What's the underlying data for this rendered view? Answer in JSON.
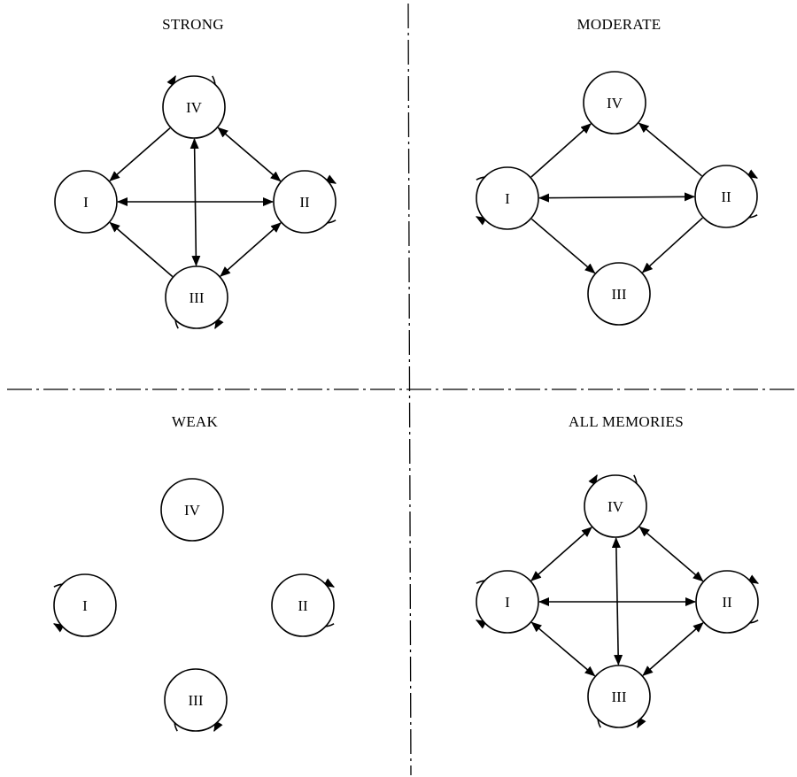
{
  "panels": [
    {
      "id": "strong",
      "title": "STRONG",
      "nodes": [
        {
          "id": "IV",
          "label": "IV",
          "loop": true
        },
        {
          "id": "I",
          "label": "I",
          "loop": false
        },
        {
          "id": "II",
          "label": "II",
          "loop": true
        },
        {
          "id": "III",
          "label": "III",
          "loop": true
        }
      ],
      "edges": [
        {
          "from": "IV",
          "to": "I",
          "direction": "forward"
        },
        {
          "from": "IV",
          "to": "II",
          "direction": "both"
        },
        {
          "from": "I",
          "to": "II",
          "direction": "both"
        },
        {
          "from": "IV",
          "to": "III",
          "direction": "both"
        },
        {
          "from": "III",
          "to": "I",
          "direction": "forward"
        },
        {
          "from": "III",
          "to": "II",
          "direction": "both"
        }
      ]
    },
    {
      "id": "moderate",
      "title": "MODERATE",
      "nodes": [
        {
          "id": "IV",
          "label": "IV",
          "loop": false
        },
        {
          "id": "I",
          "label": "I",
          "loop": true
        },
        {
          "id": "II",
          "label": "II",
          "loop": true
        },
        {
          "id": "III",
          "label": "III",
          "loop": false
        }
      ],
      "edges": [
        {
          "from": "I",
          "to": "IV",
          "direction": "forward"
        },
        {
          "from": "II",
          "to": "IV",
          "direction": "forward"
        },
        {
          "from": "I",
          "to": "II",
          "direction": "both"
        },
        {
          "from": "I",
          "to": "III",
          "direction": "forward"
        },
        {
          "from": "II",
          "to": "III",
          "direction": "forward"
        }
      ]
    },
    {
      "id": "weak",
      "title": "WEAK",
      "nodes": [
        {
          "id": "IV",
          "label": "IV",
          "loop": false
        },
        {
          "id": "I",
          "label": "I",
          "loop": true
        },
        {
          "id": "II",
          "label": "II",
          "loop": true
        },
        {
          "id": "III",
          "label": "III",
          "loop": true
        }
      ],
      "edges": []
    },
    {
      "id": "all-memories",
      "title": "ALL MEMORIES",
      "nodes": [
        {
          "id": "IV",
          "label": "IV",
          "loop": true
        },
        {
          "id": "I",
          "label": "I",
          "loop": true
        },
        {
          "id": "II",
          "label": "II",
          "loop": true
        },
        {
          "id": "III",
          "label": "III",
          "loop": true
        }
      ],
      "edges": [
        {
          "from": "I",
          "to": "IV",
          "direction": "both"
        },
        {
          "from": "IV",
          "to": "II",
          "direction": "both"
        },
        {
          "from": "I",
          "to": "II",
          "direction": "both"
        },
        {
          "from": "IV",
          "to": "III",
          "direction": "both"
        },
        {
          "from": "I",
          "to": "III",
          "direction": "both"
        },
        {
          "from": "III",
          "to": "II",
          "direction": "both"
        }
      ]
    }
  ]
}
